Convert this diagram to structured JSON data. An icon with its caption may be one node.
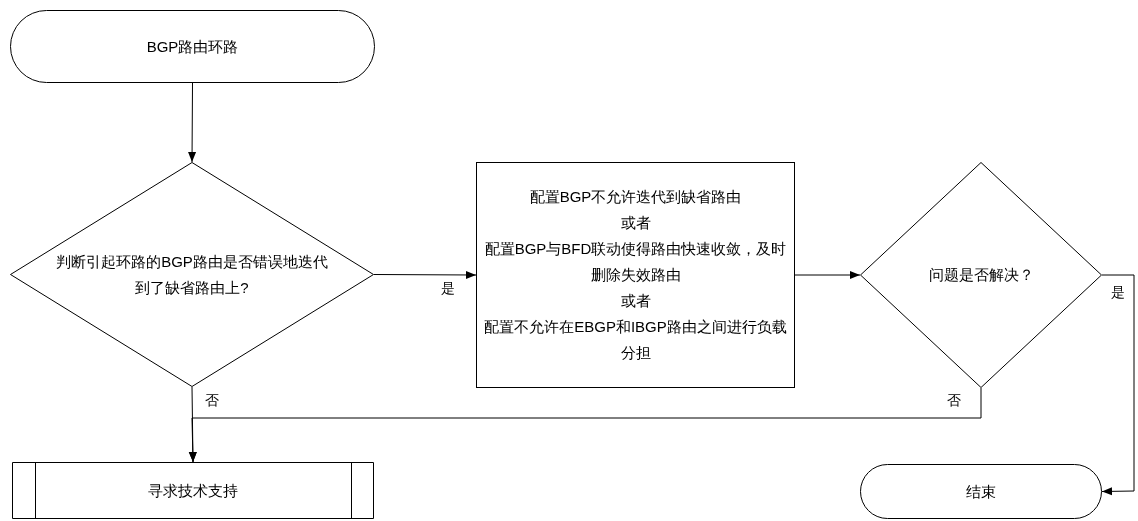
{
  "diagram": {
    "nodes": [
      {
        "text": [
          "BGP路由环路"
        ]
      },
      {
        "text": [
          "判断引起环路的BGP路由是否错误地迭代到了缺省路由上?"
        ]
      },
      {
        "text": [
          "配置BGP不允许迭代到缺省路由",
          "或者",
          "配置BGP与BFD联动使得路由快速收敛，及时删除失效路由",
          "或者",
          "配置不允许在EBGP和IBGP路由之间进行负载分担"
        ]
      },
      {
        "text": [
          "问题是否解决？"
        ]
      },
      {
        "text": [
          "寻求技术支持"
        ]
      },
      {
        "text": [
          "结束"
        ]
      }
    ],
    "edges": [
      {
        "from": 0,
        "to": 1,
        "arrow": "to"
      },
      {
        "from": 1,
        "to": 2,
        "arrow": "to",
        "label": "是"
      },
      {
        "from": 1,
        "to": 4,
        "arrow": "to",
        "label": "否"
      },
      {
        "from": 2,
        "to": 3,
        "arrow": "to"
      },
      {
        "from": 3,
        "to": 4,
        "arrow": "to",
        "label": "否"
      },
      {
        "from": 3,
        "to": 5,
        "arrow": "to",
        "label": "是"
      }
    ]
  }
}
